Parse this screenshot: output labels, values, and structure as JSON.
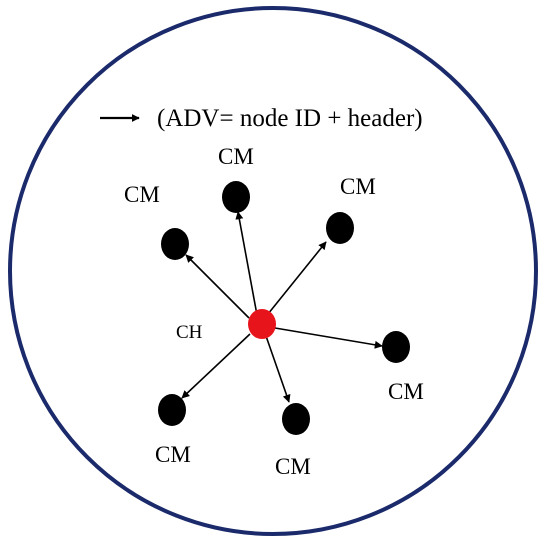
{
  "legend": {
    "text": "(ADV= node ID + header)"
  },
  "cluster_head": {
    "label": "CH",
    "color": "#e8141c"
  },
  "members": [
    {
      "label": "CM"
    },
    {
      "label": "CM"
    },
    {
      "label": "CM"
    },
    {
      "label": "CM"
    },
    {
      "label": "CM"
    },
    {
      "label": "CM"
    }
  ],
  "colors": {
    "boundary": "#1b2a6b",
    "member_node": "#000000",
    "arrow": "#000000"
  }
}
